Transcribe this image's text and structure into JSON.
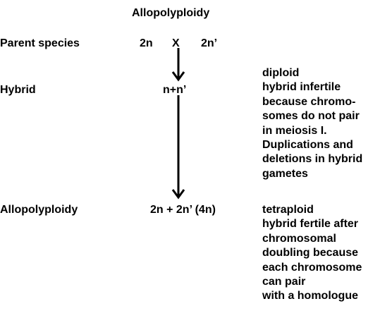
{
  "title": "Allopolyploidy",
  "parents": {
    "label": "Parent species",
    "left": "2n",
    "cross": "X",
    "right": "2n’"
  },
  "hybrid": {
    "label": "Hybrid",
    "genome": "n+n’",
    "notes": [
      "diploid",
      "hybrid infertile",
      "because chromo-",
      "somes do not pair",
      "in meiosis I.",
      "Duplications and",
      "deletions in hybrid",
      "gametes"
    ]
  },
  "allopolyploid": {
    "label": "Allopolyploidy",
    "genome": "2n + 2n’ (4n)",
    "notes": [
      "tetraploid",
      "hybrid fertile after",
      "chromosomal",
      "doubling because",
      "each chromosome",
      "can pair",
      "with a homologue"
    ]
  }
}
